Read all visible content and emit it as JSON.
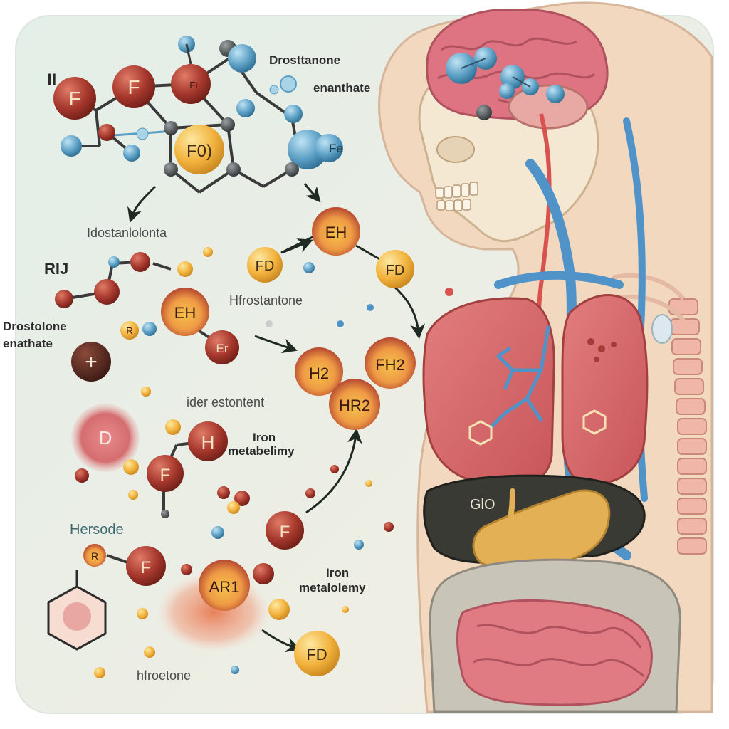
{
  "labels": {
    "roman": "II",
    "drost_anone": "Drosttanone",
    "enanthate_top": "enanthate",
    "idostan": "Idostanlolonta",
    "rij": "RIJ",
    "drostolone": "Drostolone",
    "enanthate_left": "enathate",
    "hfrost": "Hfrostantone",
    "ider": "ider estontent",
    "iron1": "Iron",
    "metab1": "metabelimy",
    "hersode": "Hersode",
    "iron2": "Iron",
    "metab2": "metalolemy",
    "hfroet": "hfroetone"
  },
  "molecules": {
    "f1": "F",
    "f2": "F",
    "ring_top": "F0)",
    "small_top": "FI",
    "fe_right": "Fe",
    "eh_top": "EH",
    "fd_left": "FD",
    "fd_right": "FD",
    "eh_mid": "EH",
    "er": "Er",
    "r_small": "R",
    "plus": "+",
    "h2_left": "H2",
    "fh2": "FH2",
    "hr2": "HR2",
    "d": "D",
    "f_pair": "F",
    "h": "H",
    "f_bottom": "F",
    "r_bottom": "R",
    "f_hersode": "F",
    "ar1": "AR1",
    "fd_bottom": "FD",
    "liver_label": "GlO"
  },
  "colors": {
    "background": "#e6f0ea",
    "atom_red": "#9b2f26",
    "atom_yellow": "#f3b53c",
    "atom_blue": "#5b9fc4",
    "lung": "#d9696b",
    "vessel_blue": "#4f93c9",
    "skin": "#f2dcc3"
  }
}
